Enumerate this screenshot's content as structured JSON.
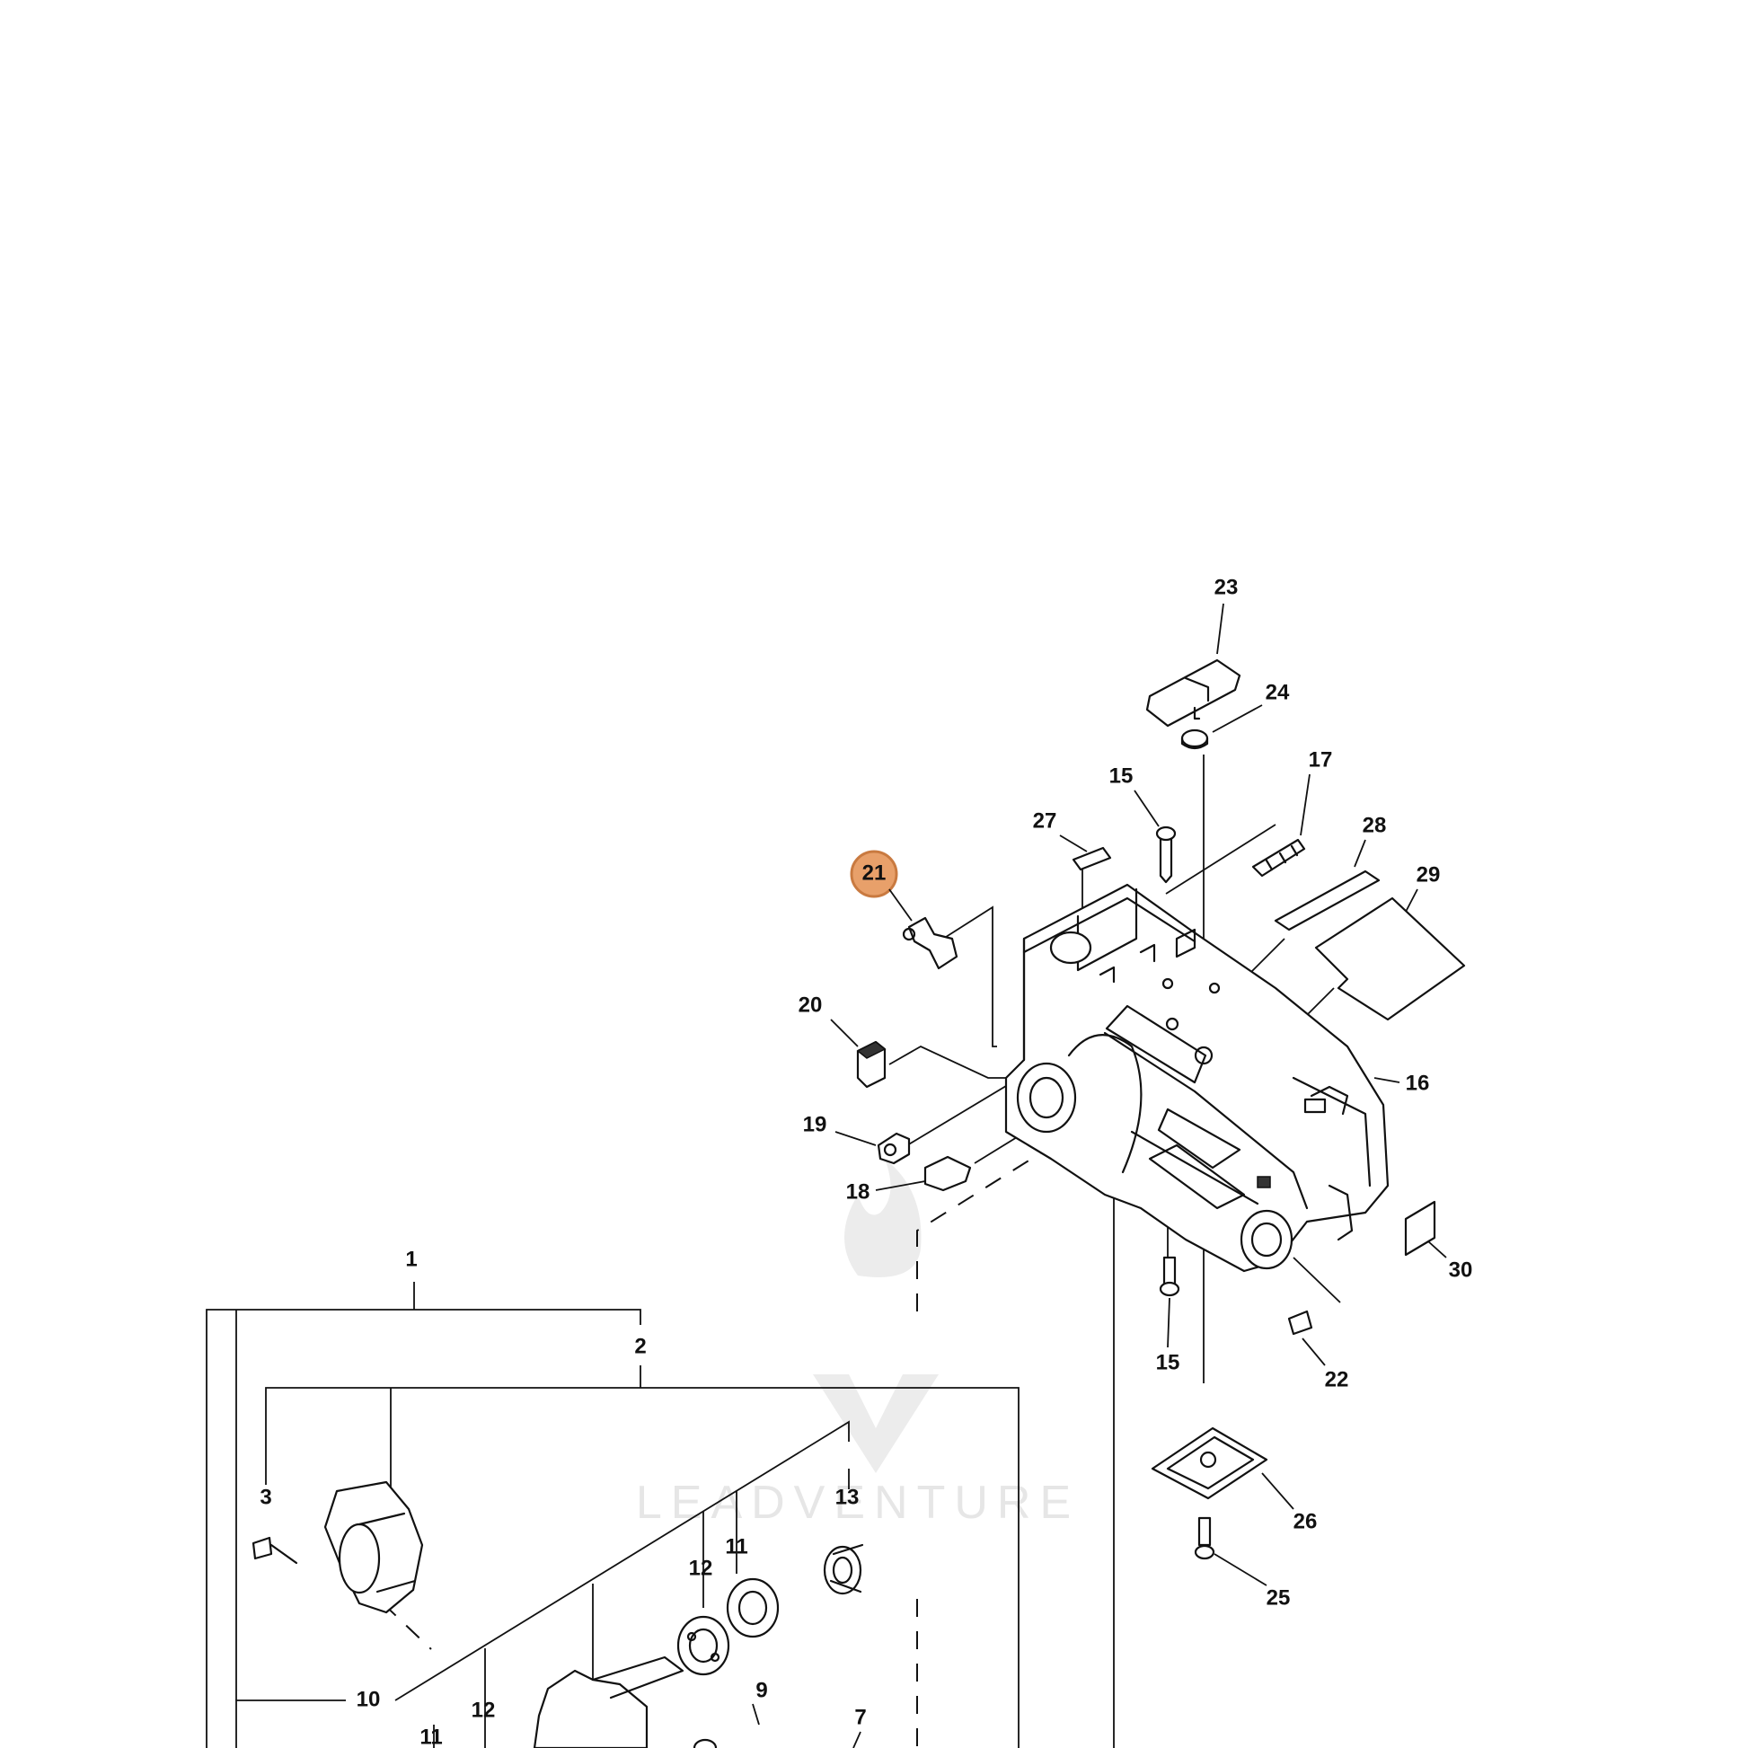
{
  "watermark": {
    "text": "LEADVENTURE"
  },
  "highlight": {
    "label": "21",
    "color": "#E8A06A",
    "border": "#C97A40"
  },
  "callouts": [
    {
      "id": "c1",
      "label": "1"
    },
    {
      "id": "c2",
      "label": "2"
    },
    {
      "id": "c3",
      "label": "3"
    },
    {
      "id": "c7",
      "label": "7"
    },
    {
      "id": "c9",
      "label": "9"
    },
    {
      "id": "c10",
      "label": "10"
    },
    {
      "id": "c11a",
      "label": "11"
    },
    {
      "id": "c11b",
      "label": "11"
    },
    {
      "id": "c12a",
      "label": "12"
    },
    {
      "id": "c12b",
      "label": "12"
    },
    {
      "id": "c13",
      "label": "13"
    },
    {
      "id": "c15a",
      "label": "15"
    },
    {
      "id": "c15b",
      "label": "15"
    },
    {
      "id": "c16",
      "label": "16"
    },
    {
      "id": "c17",
      "label": "17"
    },
    {
      "id": "c18",
      "label": "18"
    },
    {
      "id": "c19",
      "label": "19"
    },
    {
      "id": "c20",
      "label": "20"
    },
    {
      "id": "c22",
      "label": "22"
    },
    {
      "id": "c23",
      "label": "23"
    },
    {
      "id": "c24",
      "label": "24"
    },
    {
      "id": "c25",
      "label": "25"
    },
    {
      "id": "c26",
      "label": "26"
    },
    {
      "id": "c27",
      "label": "27"
    },
    {
      "id": "c28",
      "label": "28"
    },
    {
      "id": "c29",
      "label": "29"
    },
    {
      "id": "c30",
      "label": "30"
    }
  ]
}
